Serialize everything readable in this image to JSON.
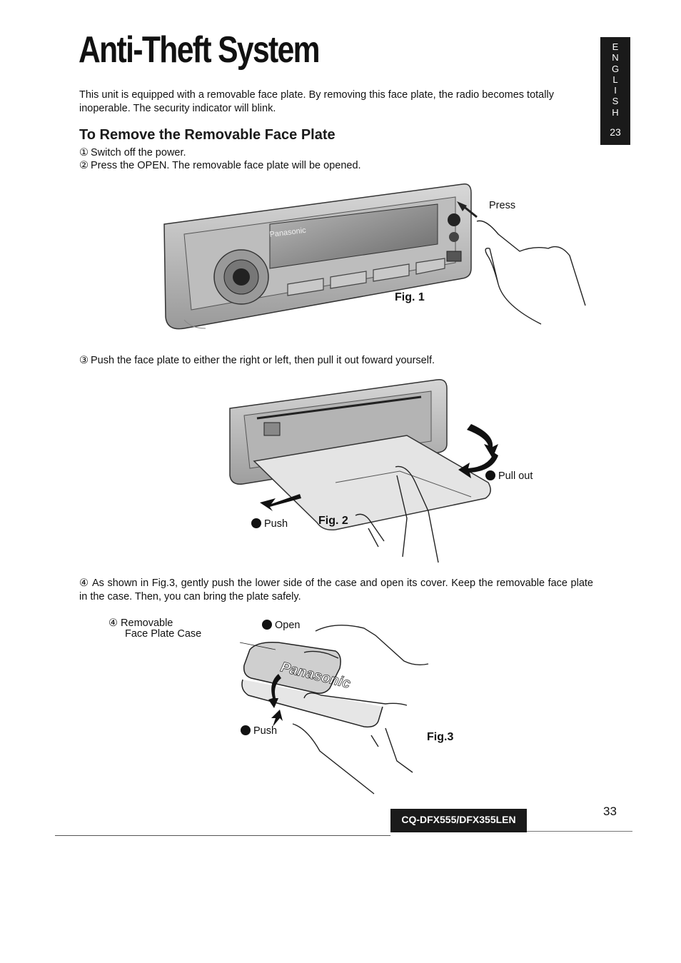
{
  "title": "Anti-Theft System",
  "intro": "This unit is equipped with a removable face plate. By removing this face plate, the radio becomes totally inoperable. The security indicator will blink.",
  "side_tab": {
    "letters": [
      "E",
      "N",
      "G",
      "L",
      "I",
      "S",
      "H"
    ],
    "page": "23"
  },
  "section_heading": "To Remove the Removable Face Plate",
  "steps": [
    {
      "num": "①",
      "text": "Switch off the power."
    },
    {
      "num": "②",
      "text": "Press the OPEN. The removable face plate will be opened."
    },
    {
      "num": "③",
      "text": "Push the face plate to either the right or left, then pull it out foward yourself."
    },
    {
      "num": "④",
      "text": "As shown in Fig.3, gently push the lower side of the case and open its cover. Keep the removable face plate in the case. Then, you can bring the plate safely."
    }
  ],
  "fig1": {
    "label": "Fig. 1",
    "callout": "Press",
    "brand": "Panasonic"
  },
  "fig2": {
    "label": "Fig. 2",
    "callout_push": "Push",
    "callout_pull": "Pull out"
  },
  "fig3": {
    "label": "Fig.3",
    "case_label_num": "④",
    "case_label_line1": "Removable",
    "case_label_line2": "Face Plate Case",
    "callout_open": "Open",
    "callout_push": "Push",
    "brand": "Panasonic"
  },
  "footer": {
    "model": "CQ-DFX555/DFX355LEN",
    "page_number": "33"
  }
}
